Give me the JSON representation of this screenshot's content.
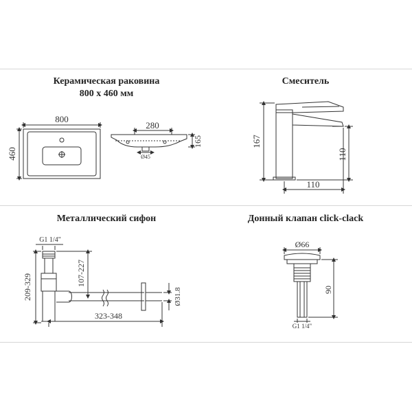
{
  "sink": {
    "title_line1": "Керамическая раковина",
    "title_line2": "800 x 460 мм",
    "width": "800",
    "height": "460",
    "side_width": "280",
    "side_height": "165",
    "hole_diameter": "Ø45"
  },
  "faucet": {
    "title": "Смеситель",
    "height": "167",
    "spout_height": "110",
    "spout_length": "110"
  },
  "siphon": {
    "title": "Металлический сифон",
    "thread": "G1 1/4\"",
    "height_range": "209-329",
    "inlet_range": "107-227",
    "length_range": "323-348",
    "pipe_diameter": "Ø31.8"
  },
  "valve": {
    "title": "Донный клапан click-clack",
    "cap_diameter": "Ø66",
    "height": "90",
    "thread": "G1 1/4\""
  }
}
